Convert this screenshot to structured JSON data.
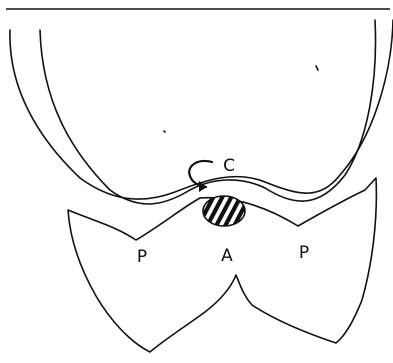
{
  "labels": {
    "c": "C",
    "a": "A",
    "p_left": "P",
    "p_right": "P"
  }
}
